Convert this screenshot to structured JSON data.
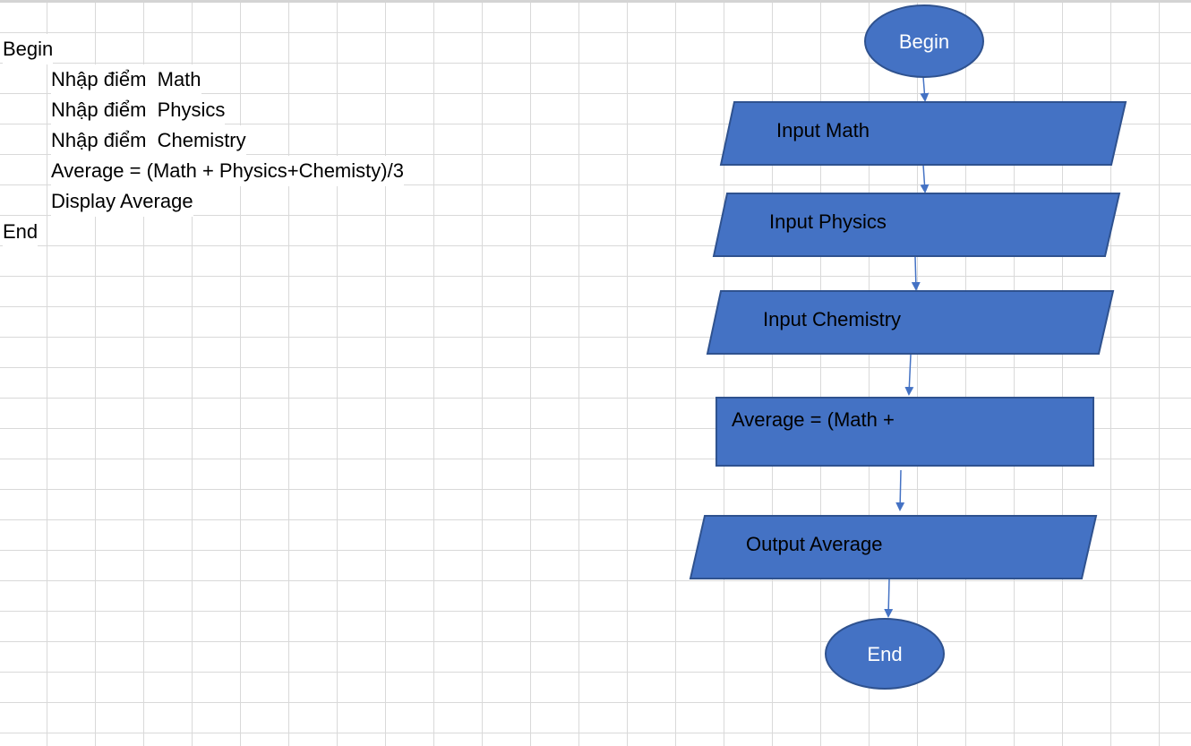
{
  "pseudocode": {
    "begin": "Begin",
    "line_math": "Nhập điểm  Math",
    "line_physics": "Nhập điểm  Physics",
    "line_chemistry": "Nhập điểm  Chemistry",
    "line_average": "Average = (Math + Physics+Chemisty)/3",
    "line_display": "Display Average",
    "end": "End"
  },
  "flowchart": {
    "begin": "Begin",
    "input_math": "Input Math",
    "input_physics": "Input  Physics",
    "input_chemistry": "Input  Chemistry",
    "average": "Average = (Math +",
    "output": "Output Average",
    "end": "End"
  },
  "colors": {
    "shape_fill": "#4472c4",
    "shape_stroke": "#2f528f",
    "arrow": "#4472c4",
    "gridline": "#d9d9d9"
  }
}
